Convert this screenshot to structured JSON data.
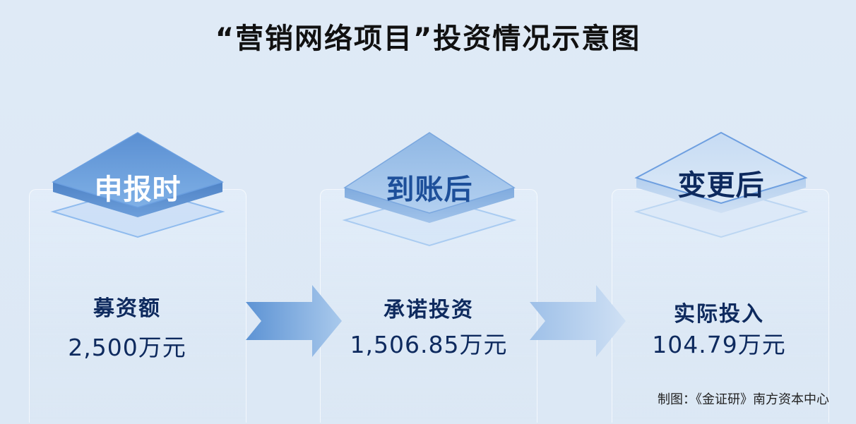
{
  "title": "“营销网络项目”投资情况示意图",
  "stages": [
    {
      "label": "申报时",
      "metric_label": "募资额",
      "metric_value": "2,500万元"
    },
    {
      "label": "到账后",
      "metric_label": "承诺投资",
      "metric_value": "1,506.85万元"
    },
    {
      "label": "变更后",
      "metric_label": "实际投入",
      "metric_value": "104.79万元"
    }
  ],
  "source": "制图：《金证研》南方资本中心",
  "colors": {
    "background": "#dce8f5",
    "text_dark": "#0e2a5e",
    "diamond_strong": "#5e95d6",
    "diamond_mid": "#98bde6",
    "diamond_light": "#cfe0f4"
  }
}
